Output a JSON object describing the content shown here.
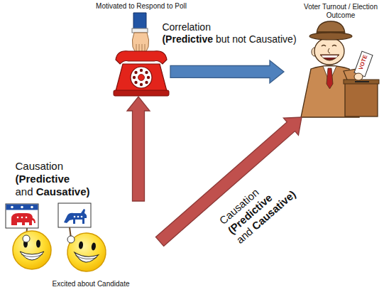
{
  "diagram": {
    "nodes": [
      {
        "text": [
          "Motivated to Respond to Poll"
        ]
      },
      {
        "text": [
          "Voter Turnout / Election Outcome"
        ]
      },
      {
        "text": [
          "Excited about Candidate"
        ]
      }
    ],
    "edges": [
      {
        "from": 2,
        "to": 0,
        "arrow": "to",
        "label": "Causation (Predictive and Causative)"
      },
      {
        "from": 0,
        "to": 1,
        "arrow": "to",
        "label": "Correlation (Predictive but not Causative)"
      },
      {
        "from": 2,
        "to": 1,
        "arrow": "to",
        "label": "Causation (Predictive and Causative)"
      }
    ],
    "labels": [
      "VOTE"
    ]
  }
}
